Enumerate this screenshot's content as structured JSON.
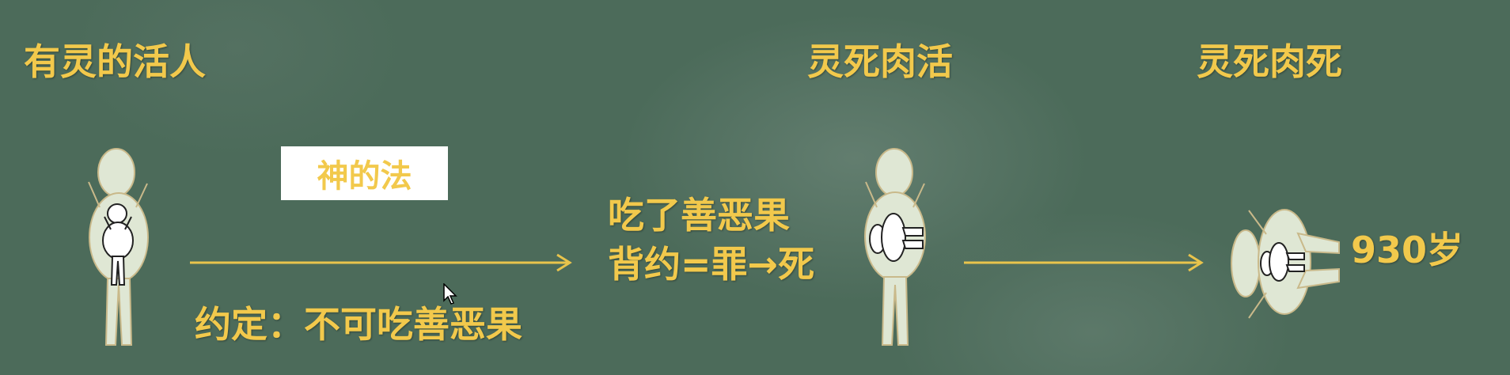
{
  "titles": {
    "living_with_spirit": "有灵的活人",
    "spirit_dead_flesh_alive": "灵死肉活",
    "spirit_dead_flesh_dead": "灵死肉死"
  },
  "law_box": {
    "label": "神的法"
  },
  "agreement": "约定：不可吃善恶果",
  "transition": {
    "line1": "吃了善恶果",
    "line2": "背约=罪→死"
  },
  "age_label": "930岁",
  "colors": {
    "background": "#4c6b5a",
    "text": "#f2c94c",
    "figure_fill": "#dfe7d4",
    "figure_stroke": "#c9b98a",
    "arrow": "#e9c44c"
  }
}
